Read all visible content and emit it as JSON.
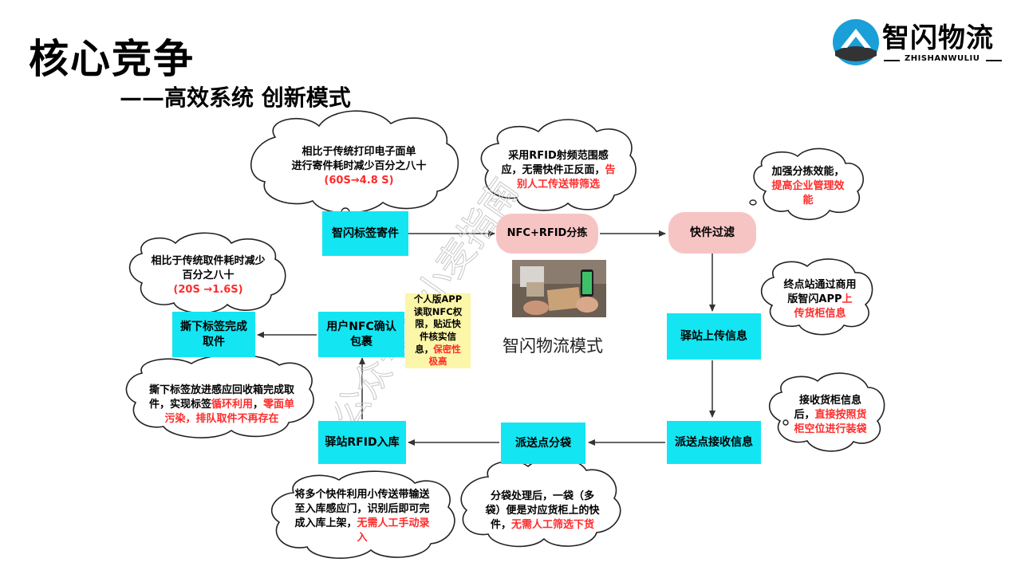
{
  "header": {
    "title": "核心竞争",
    "subtitle": "——高效系统 创新模式"
  },
  "logo": {
    "name": "智闪物流",
    "sub": "ZHISHANWULIU"
  },
  "watermark": {
    "text": "公众号：小麦指南"
  },
  "photo_label": "智闪物流模式",
  "boxes": {
    "label_send": "智闪标签寄件",
    "nfc_sort": "NFC+RFID分拣",
    "filter": "快件过滤",
    "upload": "驿站上传信息",
    "receive": "派送点接收信息",
    "bag": "派送点分袋",
    "rfid_in": "驿站RFID入库",
    "nfc_confirm": [
      "用户NFC确认",
      "包裹"
    ],
    "tear": [
      "撕下标签完成",
      "取件"
    ]
  },
  "yellow_note": {
    "lines": [
      "个人版APP",
      "读取NFC权",
      "限，贴近快",
      "件核实信"
    ],
    "last_black": "息，",
    "last_red": "保密性",
    "red_line": "极高"
  },
  "clouds": {
    "c1": {
      "l1": "相比于传统打印电子面单",
      "l2": "进行寄件耗时减少百分之八十",
      "red": "(60S→4.8 S)"
    },
    "c2": {
      "l1": "采用RFID射频范围感",
      "l2a": "应，无需快件正反面，",
      "l2b": "告",
      "l3": "别人工传送带筛选"
    },
    "c3": {
      "l1": "加强分拣效能，",
      "r1": "提高企业管理效",
      "r2": "能"
    },
    "c4": {
      "l1": "相比于传统取件耗时减少",
      "l2": "百分之八十",
      "red": "(20S →1.6S)"
    },
    "c5": {
      "l1": "终点站通过商用",
      "l2a": "版智闪APP",
      "l2b": "上",
      "r3": "传货柜信息"
    },
    "c6": {
      "l1": "接收货柜信息",
      "l2a": "后，",
      "l2b": "直接按照货",
      "r3": "柜空位进行装袋"
    },
    "c7": {
      "l1": "撕下标签放进感应回收箱完成取",
      "l2a": "件，实现标签",
      "l2b": "循环利用",
      "l2c": "，",
      "l2d": "零面单",
      "r3": "污染，排队取件不再存在"
    },
    "c8": {
      "l1": "将多个快件利用小传送带输送",
      "l2": "至入库感应门，识别后即可完",
      "l3a": "成入库上架，",
      "l3b": "无需人工手动录",
      "r4": "入"
    },
    "c9": {
      "l1": "分袋处理后，一袋（多",
      "l2": "袋）便是对应货柜上的快",
      "l3a": "件，",
      "l3b": "无需人工筛选下货"
    }
  }
}
